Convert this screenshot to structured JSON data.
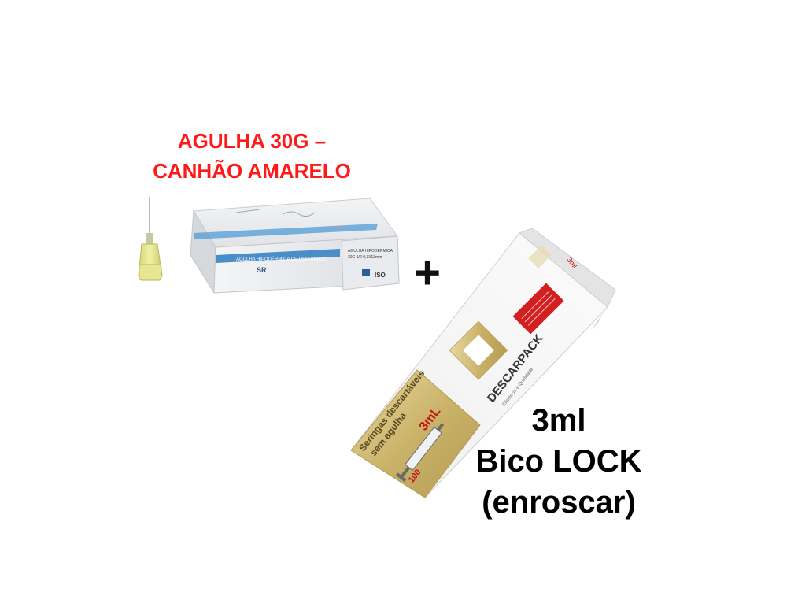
{
  "needle": {
    "title_line1": "AGULHA 30G –",
    "title_line2": "CANHÃO AMARELO",
    "box_band_text": "AGULHA HIPODÉRMICA DE USO ÚNICO",
    "box_brand": "SR",
    "box_side_text": "AGULHA HIPODÉRMICA",
    "box_side_spec": "30G 1/2 0,3X13mm",
    "box_iso": "ISO"
  },
  "plus_sign": "+",
  "syringe_box": {
    "brand": "DESCARPACK",
    "tagline": "Eficiência e Qualidade",
    "product_line1": "Seringas descartáveis",
    "product_line2": "sem agulha",
    "volume": "3mL",
    "count": "100",
    "side_volume": "3ml"
  },
  "syringe_caption": {
    "line1": "3ml",
    "line2": "Bico LOCK",
    "line3": "(enroscar)"
  },
  "colors": {
    "title_red": "#ff1a1a",
    "needle_hub_yellow": "#e2e28a",
    "box_blue": "#4a8ec9",
    "descarpack_gold": "#c8b06a",
    "label_red": "#d22020"
  }
}
